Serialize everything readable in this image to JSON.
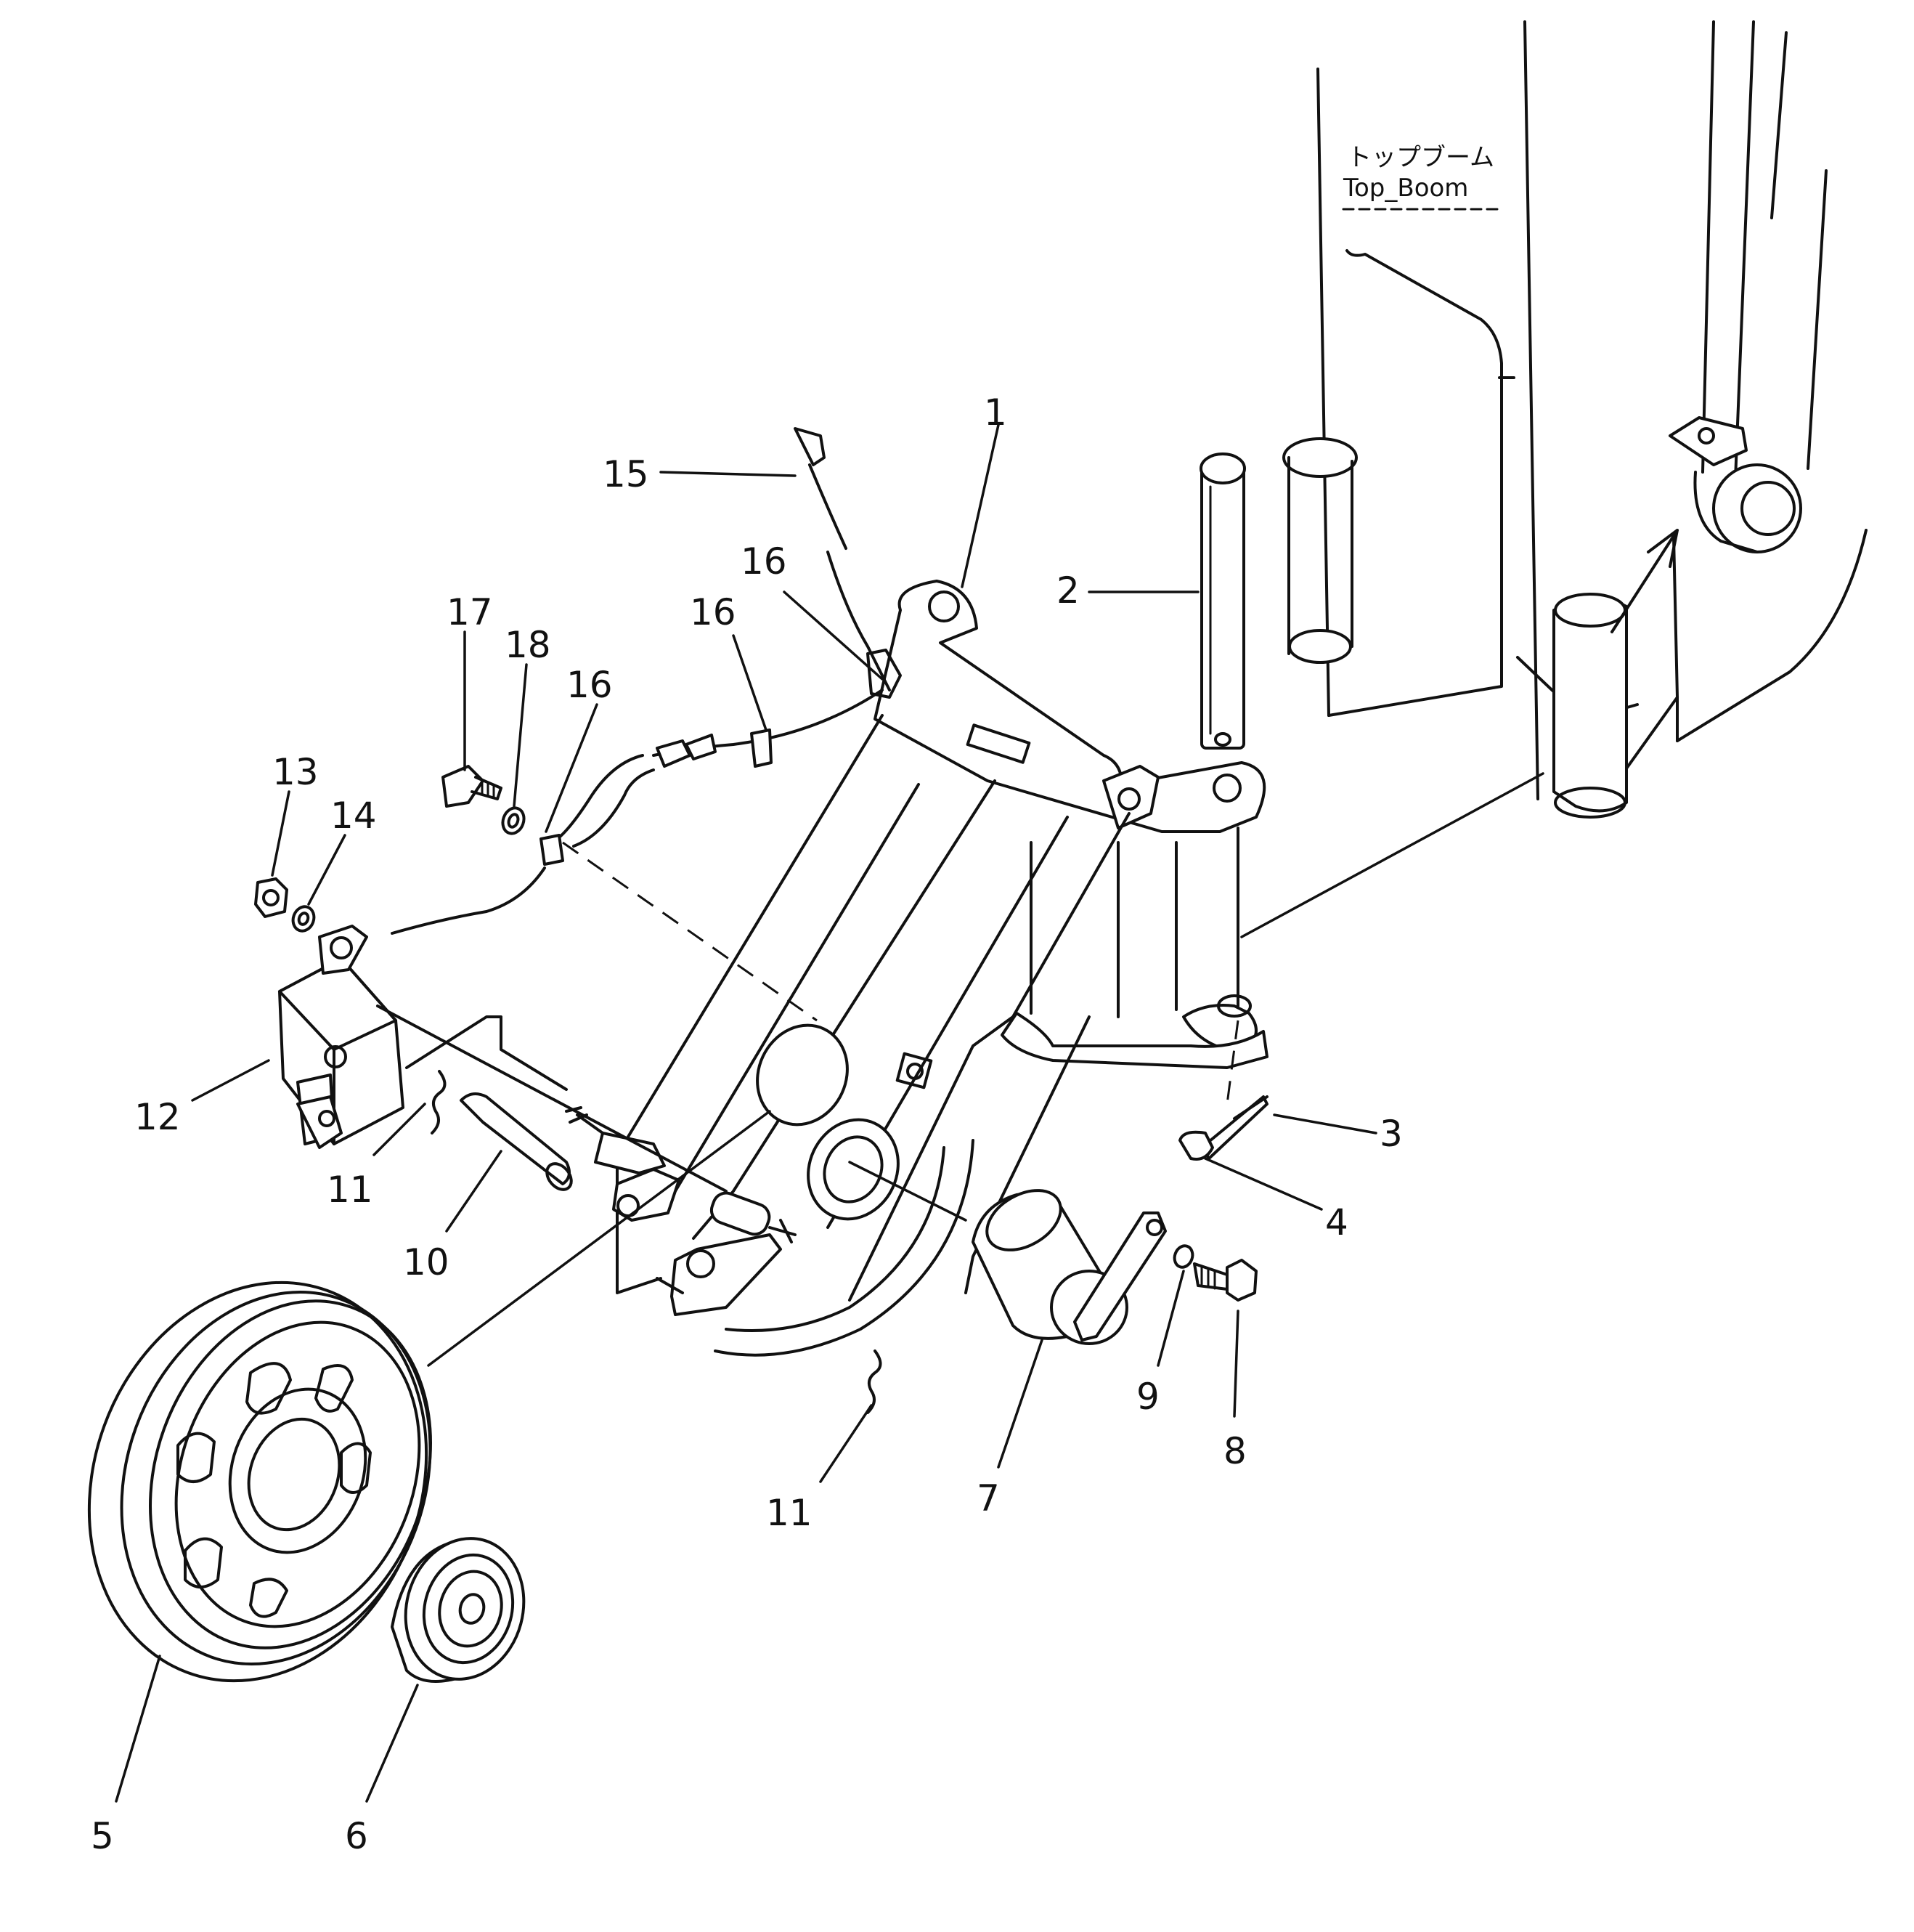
{
  "boom_label": {
    "japanese": "トップブーム",
    "english": "Top_Boom"
  },
  "callouts": [
    {
      "id": "c1",
      "text": "1"
    },
    {
      "id": "c2",
      "text": "2"
    },
    {
      "id": "c3",
      "text": "3"
    },
    {
      "id": "c4",
      "text": "4"
    },
    {
      "id": "c5",
      "text": "5"
    },
    {
      "id": "c6",
      "text": "6"
    },
    {
      "id": "c7",
      "text": "7"
    },
    {
      "id": "c8",
      "text": "8"
    },
    {
      "id": "c9",
      "text": "9"
    },
    {
      "id": "c10",
      "text": "10"
    },
    {
      "id": "c11a",
      "text": "11"
    },
    {
      "id": "c11b",
      "text": "11"
    },
    {
      "id": "c12",
      "text": "12"
    },
    {
      "id": "c13",
      "text": "13"
    },
    {
      "id": "c14",
      "text": "14"
    },
    {
      "id": "c15",
      "text": "15"
    },
    {
      "id": "c16a",
      "text": "16"
    },
    {
      "id": "c16b",
      "text": "16"
    },
    {
      "id": "c16c",
      "text": "16"
    },
    {
      "id": "c17",
      "text": "17"
    },
    {
      "id": "c18",
      "text": "18"
    }
  ]
}
